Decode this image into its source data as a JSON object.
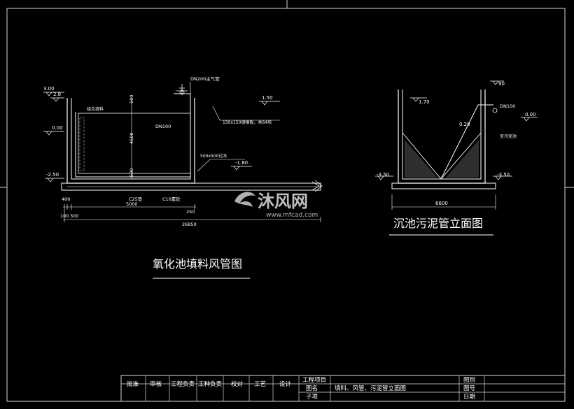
{
  "left_drawing": {
    "title": "氧化池填料风管图",
    "levels": {
      "top": "3.00",
      "upper": "2.8",
      "water": "0.00",
      "bottom": "-2.50",
      "pipe_level": "1.50",
      "right_bottom": "-1.80"
    },
    "labels": {
      "main_pipe": "DN200主气管",
      "pipe": "DN100",
      "filler": "组合填料",
      "grid": "150x150钢格板，共64块",
      "overflow": "500x500过水",
      "c25": "C25垫",
      "c10": "C10素砼"
    },
    "dims": {
      "d500a": "500",
      "d4500": "4500",
      "d500b": "500",
      "d400": "400",
      "d5000": "5000",
      "d250": "250",
      "d100": "100",
      "d300": "300",
      "d26850": "26850"
    }
  },
  "right_drawing": {
    "title": "沉池污泥管立面图",
    "levels": {
      "top": "90",
      "mid": "1.70",
      "water": "0.00",
      "inner": "0.20",
      "bottom_left": "-3.50",
      "bottom_right": "-3.50"
    },
    "labels": {
      "pipe": "DN100",
      "sludge": "至污泥池"
    },
    "dims": {
      "width": "6600"
    }
  },
  "watermark": {
    "brand": "沐风网",
    "url": "www.mfcad.com"
  },
  "title_block": {
    "roles": [
      "批准",
      "审核",
      "工程负责",
      "工种负责",
      "校对",
      "工艺",
      "设计"
    ],
    "project_label": "工程项目",
    "drawing_name_label": "图名",
    "drawing_name": "填料、风管、污泥管立面图",
    "subitem_label": "子项",
    "category_label": "图别",
    "number_label": "图号",
    "date_label": "日期"
  }
}
